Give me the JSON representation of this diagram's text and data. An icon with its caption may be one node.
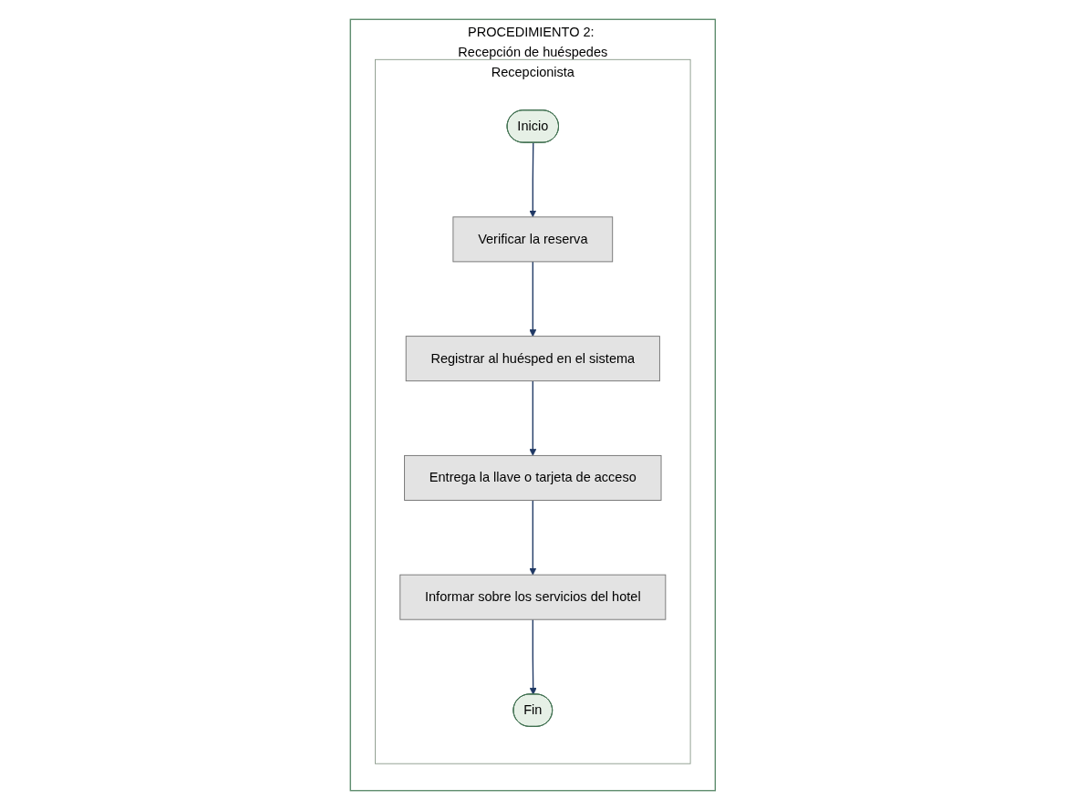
{
  "diagram": {
    "nodes": [
      {
        "text": [
          "PROCEDIMIENTO 2: Recepción de huéspedes"
        ]
      },
      {
        "text": [
          "Recepcionista"
        ],
        "in": 0
      },
      {
        "text": [
          "Inicio"
        ],
        "in": 1
      },
      {
        "text": [
          "Verificar la reserva"
        ],
        "in": 1
      },
      {
        "text": [
          "Registrar al huésped en el sistema"
        ],
        "in": 1
      },
      {
        "text": [
          "Entrega la llave o tarjeta de acceso"
        ],
        "in": 1
      },
      {
        "text": [
          "Informar sobre los servicios del hotel"
        ],
        "in": 1
      },
      {
        "text": [
          "Fin"
        ],
        "in": 1
      }
    ],
    "edges": [
      {
        "from": 2,
        "to": 3,
        "arrow": "to"
      },
      {
        "from": 3,
        "to": 4,
        "arrow": "to"
      },
      {
        "from": 4,
        "to": 5,
        "arrow": "to"
      },
      {
        "from": 5,
        "to": 6,
        "arrow": "to"
      },
      {
        "from": 6,
        "to": 7,
        "arrow": "to"
      }
    ]
  }
}
